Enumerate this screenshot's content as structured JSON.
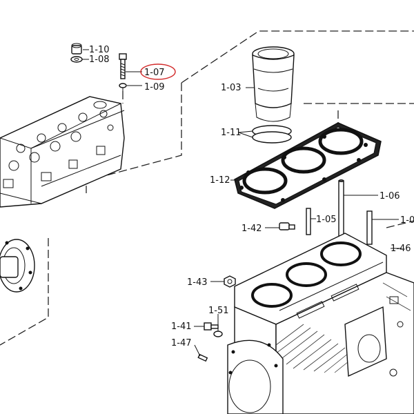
{
  "labels": {
    "l_1_10": "1-10",
    "l_1_08": "1-08",
    "l_1_07": "1-07",
    "l_1_09": "1-09",
    "l_1_03": "1-03",
    "l_1_11": "1-11",
    "l_1_12": "1-12",
    "l_1_06": "1-06",
    "l_1_05": "1-05",
    "l_1_0x": "1-0",
    "l_1_42": "1-42",
    "l_1_46": "1-46",
    "l_1_43": "1-43",
    "l_1_51": "1-51",
    "l_1_41": "1-41",
    "l_1_47": "1-47"
  },
  "highlight": {
    "label": "1-07",
    "color": "#d22b2b"
  }
}
